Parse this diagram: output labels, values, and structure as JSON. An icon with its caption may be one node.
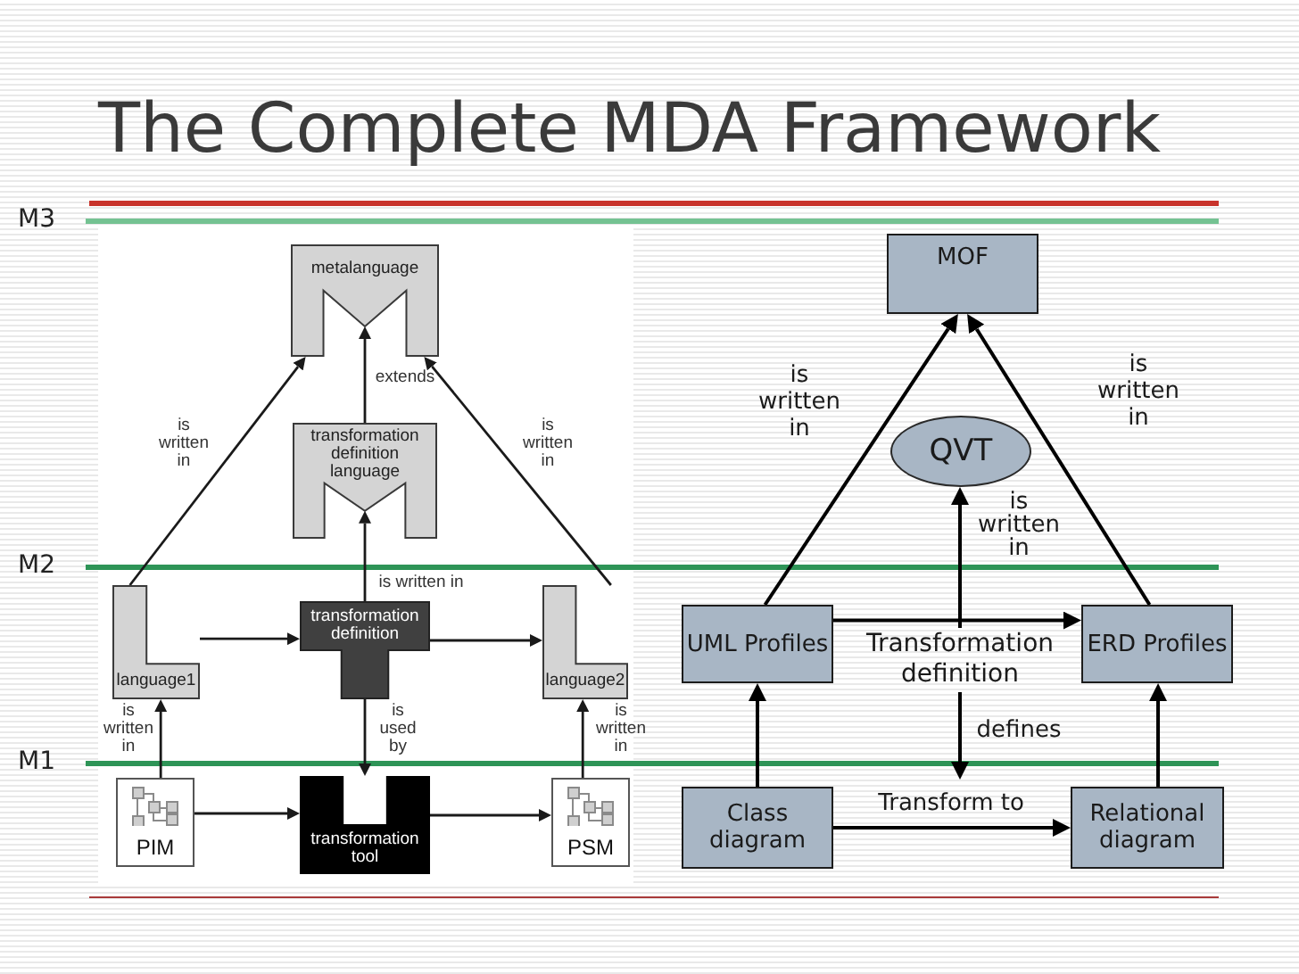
{
  "diagram": {
    "title": "The Complete MDA Framework",
    "nodes": [
      {
        "text": [
          "metalanguage"
        ]
      },
      {
        "text": [
          "transformation definition language"
        ]
      },
      {
        "text": [
          "language1"
        ]
      },
      {
        "text": [
          "transformation definition"
        ]
      },
      {
        "text": [
          "language2"
        ]
      },
      {
        "text": [
          "PIM"
        ]
      },
      {
        "text": [
          "transformation tool"
        ]
      },
      {
        "text": [
          "PSM"
        ]
      },
      {
        "text": [
          "MOF"
        ]
      },
      {
        "text": [
          "QVT"
        ]
      },
      {
        "text": [
          "UML Profiles"
        ]
      },
      {
        "text": [
          "Transformation definition"
        ]
      },
      {
        "text": [
          "ERD Profiles"
        ]
      },
      {
        "text": [
          "Class diagram"
        ]
      },
      {
        "text": [
          "Relational diagram"
        ]
      }
    ],
    "edges": [
      {
        "from": 1,
        "to": 0,
        "arrow": "to",
        "label": "extends"
      },
      {
        "from": 2,
        "to": 0,
        "arrow": "to",
        "label": "is written in"
      },
      {
        "from": 4,
        "to": 0,
        "arrow": "to",
        "label": "is written in"
      },
      {
        "from": 3,
        "to": 1,
        "arrow": "to",
        "label": "is written in"
      },
      {
        "from": 2,
        "to": 3,
        "arrow": "to"
      },
      {
        "from": 3,
        "to": 4,
        "arrow": "to"
      },
      {
        "from": 5,
        "to": 2,
        "arrow": "to",
        "label": "is written in"
      },
      {
        "from": 3,
        "to": 6,
        "arrow": "to",
        "label": "is used by"
      },
      {
        "from": 5,
        "to": 6,
        "arrow": "to"
      },
      {
        "from": 6,
        "to": 7,
        "arrow": "to"
      },
      {
        "from": 7,
        "to": 4,
        "arrow": "to",
        "label": "is written in"
      },
      {
        "from": 10,
        "to": 8,
        "arrow": "to",
        "label": "is written in"
      },
      {
        "from": 12,
        "to": 8,
        "arrow": "to",
        "label": "is written in"
      },
      {
        "from": 11,
        "to": 9,
        "arrow": "to",
        "label": "is written in"
      },
      {
        "from": 10,
        "to": 12,
        "arrow": "to"
      },
      {
        "from": 11,
        "to": null,
        "arrow": "to",
        "label": "defines"
      },
      {
        "from": 13,
        "to": 10,
        "arrow": "to"
      },
      {
        "from": 14,
        "to": 12,
        "arrow": "to"
      },
      {
        "from": 13,
        "to": 14,
        "arrow": "to",
        "label": "Transform to"
      }
    ],
    "labels": [
      "M3",
      "M2",
      "M1"
    ]
  }
}
